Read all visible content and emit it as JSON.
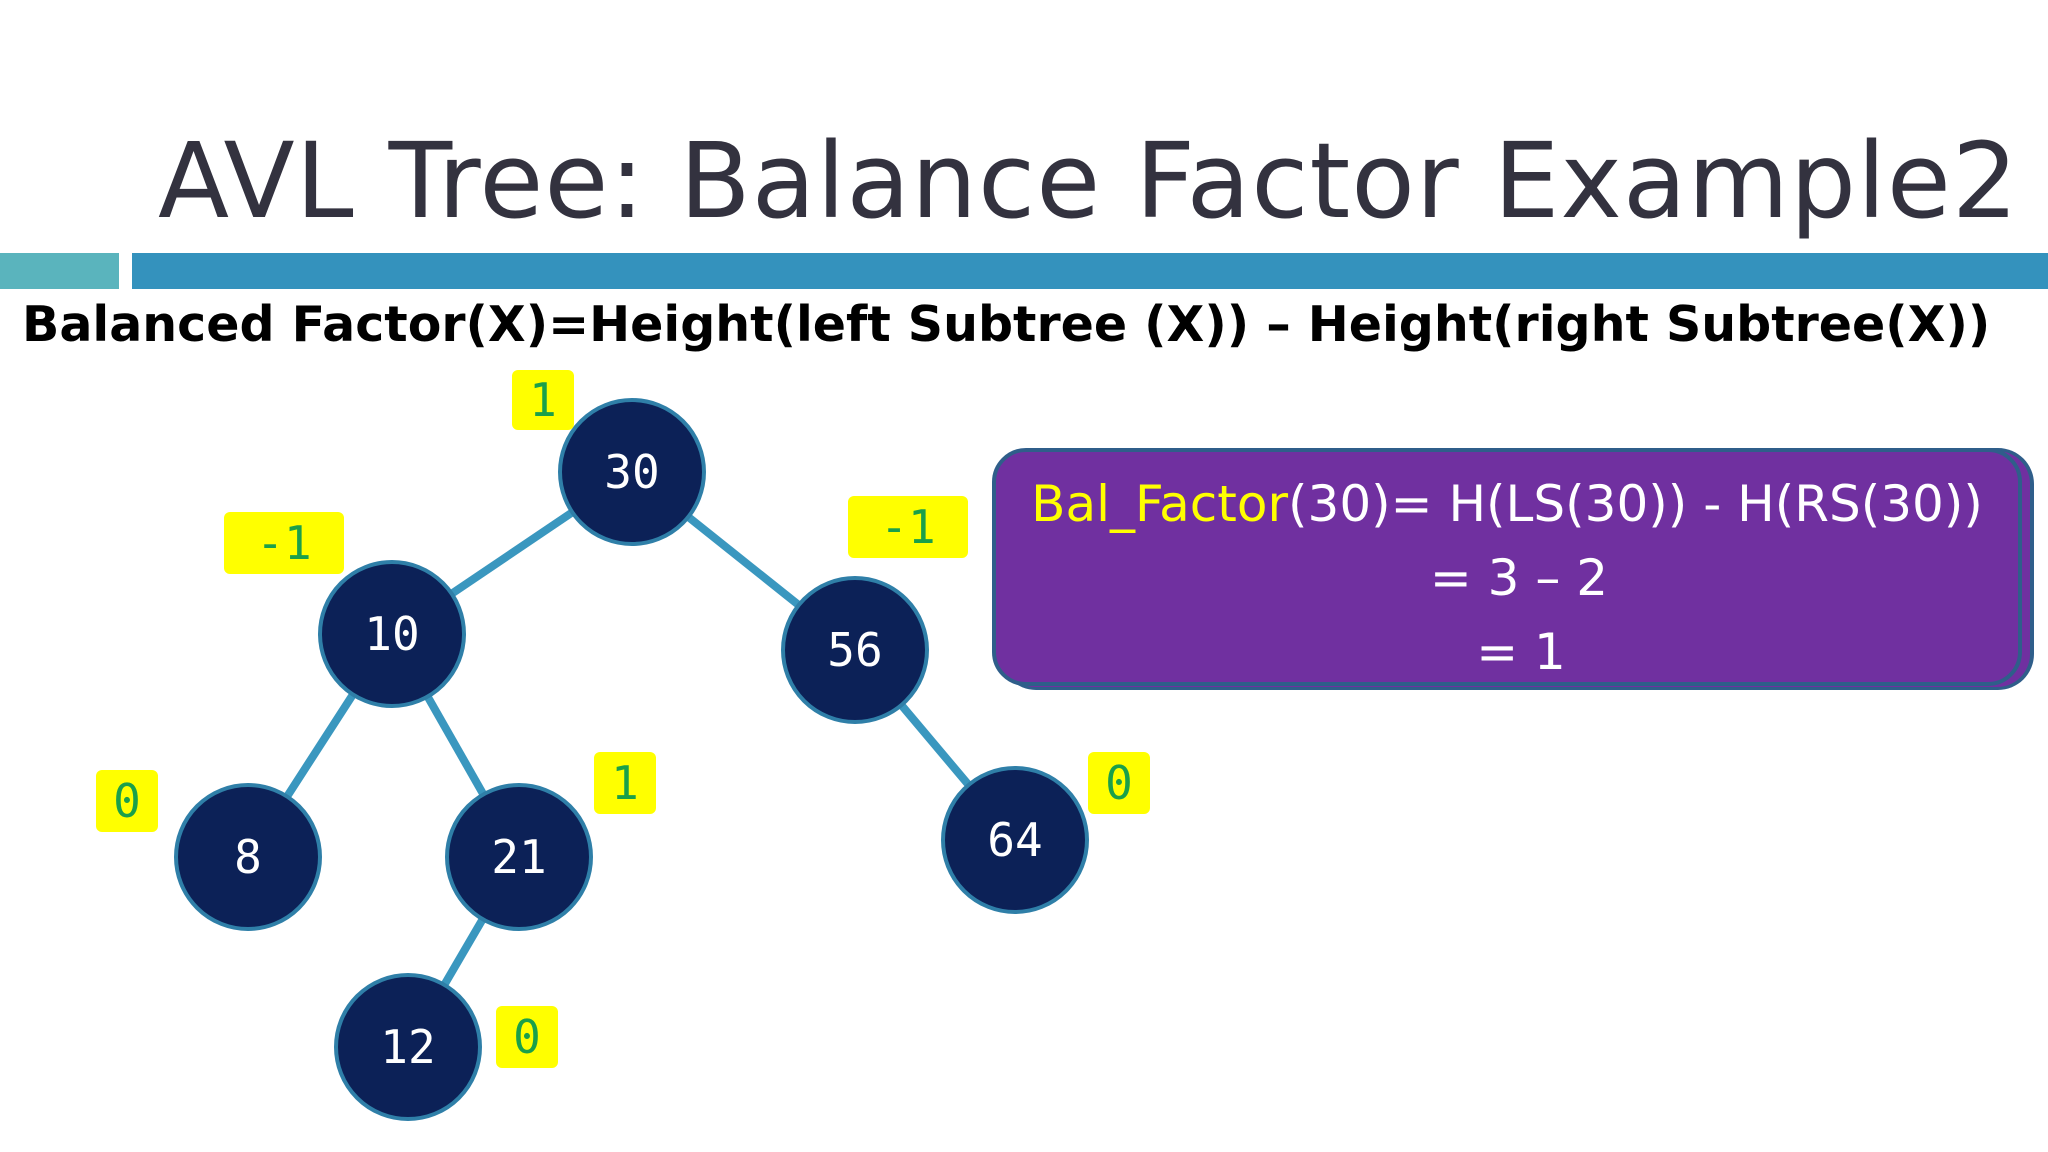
{
  "slide": {
    "title": "AVL Tree: Balance Factor Example2",
    "formula": "Balanced Factor(X)=Height(left Subtree (X)) – Height(right Subtree(X))"
  },
  "colors": {
    "node_fill": "#0c2157",
    "node_stroke": "#2f7fa8",
    "edge": "#3a97bf",
    "badge_fill": "#ffff00",
    "badge_text": "#1aa04a",
    "panel_fill": "#7030a0",
    "accent_bar": "#3492bd"
  },
  "tree": {
    "nodes": [
      {
        "id": "n30",
        "label": "30",
        "balance_factor": "1"
      },
      {
        "id": "n10",
        "label": "10",
        "balance_factor": "-1"
      },
      {
        "id": "n56",
        "label": "56",
        "balance_factor": "-1"
      },
      {
        "id": "n8",
        "label": "8",
        "balance_factor": "0"
      },
      {
        "id": "n21",
        "label": "21",
        "balance_factor": "1"
      },
      {
        "id": "n64",
        "label": "64",
        "balance_factor": "0"
      },
      {
        "id": "n12",
        "label": "12",
        "balance_factor": "0"
      }
    ],
    "edges": [
      [
        "n30",
        "n10"
      ],
      [
        "n30",
        "n56"
      ],
      [
        "n10",
        "n8"
      ],
      [
        "n10",
        "n21"
      ],
      [
        "n56",
        "n64"
      ],
      [
        "n21",
        "n12"
      ]
    ]
  },
  "calculation": {
    "line1_highlight": "Bal_Factor",
    "line1_rest": "(30)= H(LS(30)) - H(RS(30))",
    "line2": "= 3 – 2",
    "line3": "= 1"
  }
}
